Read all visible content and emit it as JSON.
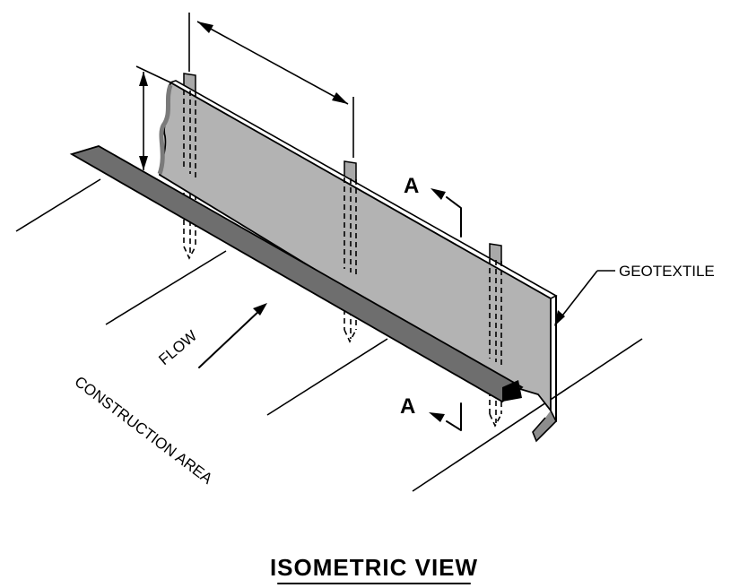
{
  "labels": {
    "geotextile": "GEOTEXTILE",
    "flow": "FLOW",
    "construction_area": "CONSTRUCTION AREA",
    "section_top": "A",
    "section_bottom": "A",
    "title": "ISOMETRIC VIEW"
  },
  "colors": {
    "fabric": "#b3b3b3",
    "trench_flap": "#6e6e6e",
    "post": "#a9a9a9",
    "line": "#000000"
  }
}
